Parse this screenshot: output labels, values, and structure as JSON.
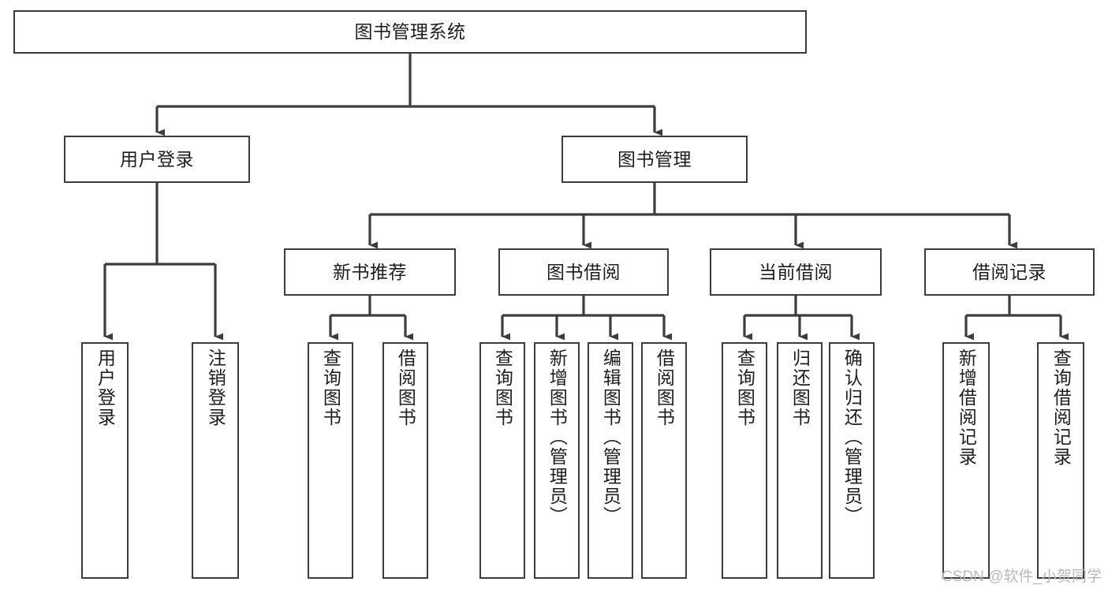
{
  "diagram": {
    "title": "图书管理系统",
    "type": "tree",
    "orientation": "top-down",
    "background_color": "#ffffff",
    "border_color": "#3c3c3f",
    "text_color": "#1d1d1f",
    "nodes": {
      "root": {
        "label": "图书管理系统"
      },
      "level2": [
        {
          "label": "用户登录"
        },
        {
          "label": "图书管理"
        }
      ],
      "level3": [
        {
          "label": "新书推荐"
        },
        {
          "label": "图书借阅"
        },
        {
          "label": "当前借阅"
        },
        {
          "label": "借阅记录"
        }
      ],
      "leaves": {
        "user_login": [
          {
            "label": "用户登录"
          },
          {
            "label": "注销登录"
          }
        ],
        "new_book_recommend": [
          {
            "label": "查询图书"
          },
          {
            "label": "借阅图书"
          }
        ],
        "book_borrow": [
          {
            "label": "查询图书"
          },
          {
            "label": "新增图书（管理员）"
          },
          {
            "label": "编辑图书（管理员）"
          },
          {
            "label": "借阅图书"
          }
        ],
        "current_borrow": [
          {
            "label": "查询图书"
          },
          {
            "label": "归还图书"
          },
          {
            "label": "确认归还（管理员）"
          }
        ],
        "borrow_record": [
          {
            "label": "新增借阅记录"
          },
          {
            "label": "查询借阅记录"
          }
        ]
      }
    }
  },
  "watermark": {
    "text": "CSDN @软件_小贺同学"
  }
}
